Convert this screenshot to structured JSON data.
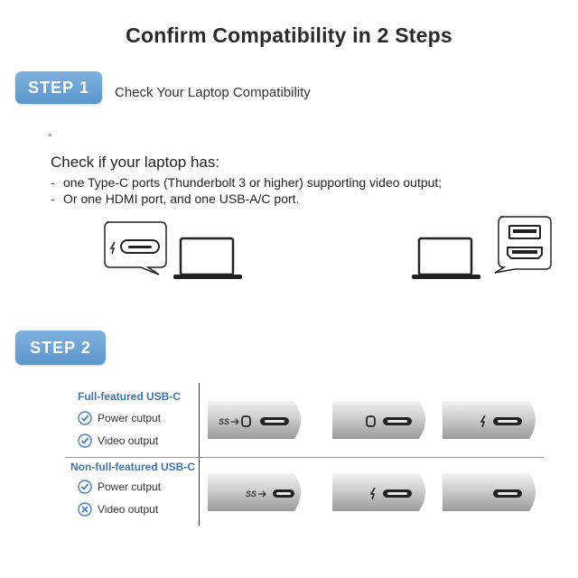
{
  "title": "Confirm Compatibility in 2 Steps",
  "step1": {
    "badge": "STEP 1",
    "label": "Check Your Laptop Compatibility"
  },
  "check": {
    "heading": "Check if your laptop has:",
    "items": [
      {
        "dash": "-",
        "text": "one Type-C ports (Thunderbolt 3 or higher) supporting video output;"
      },
      {
        "dash": "-",
        "text": "Or one HDMI port, and one USB-A/C port."
      }
    ]
  },
  "step2": {
    "badge": "STEP 2"
  },
  "table": {
    "full": {
      "label": "Full-featured USB-C",
      "features": [
        "Power cutput",
        "Video output"
      ]
    },
    "nonfull": {
      "label": "Non-full-featured USB-C",
      "features": [
        "Power cutput",
        "Video output"
      ]
    }
  },
  "colors": {
    "accent": "#5b97cc",
    "label_blue": "#3f74b4",
    "check_ok": "#4a7fc0"
  }
}
